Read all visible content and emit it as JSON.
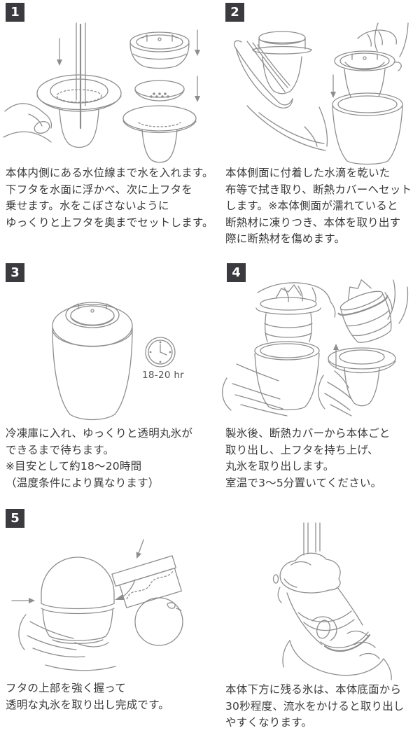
{
  "page": {
    "background": "#ffffff",
    "text_color": "#3a3a3a",
    "line_color": "#8e8e8e",
    "badge_bg": "#3b3b3f",
    "badge_fg": "#ffffff"
  },
  "steps": [
    {
      "number": "1",
      "text": "本体内側にある水位線まで水を入れます。\n下フタを水面に浮かべ、次に上フタを\n乗せます。水をこぼさないように\nゆっくりと上フタを奥までセットします。"
    },
    {
      "number": "2",
      "text": "本体側面に付着した水滴を乾いた\n布等で拭き取り、断熱カバーへセット\nします。※本体側面が濡れていると\n断熱材に凍りつき、本体を取り出す\n際に断熱材を傷めます。"
    },
    {
      "number": "3",
      "clock_label": "18-20 hr",
      "text": "冷凍庫に入れ、ゆっくりと透明丸氷が\nできるまで待ちます。\n※目安として約18～20時間\n（温度条件により異なります）"
    },
    {
      "number": "4",
      "text": "製氷後、断熱カバーから本体ごと\n取り出し、上フタを持ち上げ、\n丸氷を取り出します。\n室温で3～5分置いてください。"
    },
    {
      "number": "5",
      "text": "フタの上部を強く握って\n透明な丸氷を取り出し完成です。"
    },
    {
      "text": "本体下方に残る氷は、本体底面から\n30秒程度、流水をかけると取り出し\nやすくなります。"
    }
  ]
}
